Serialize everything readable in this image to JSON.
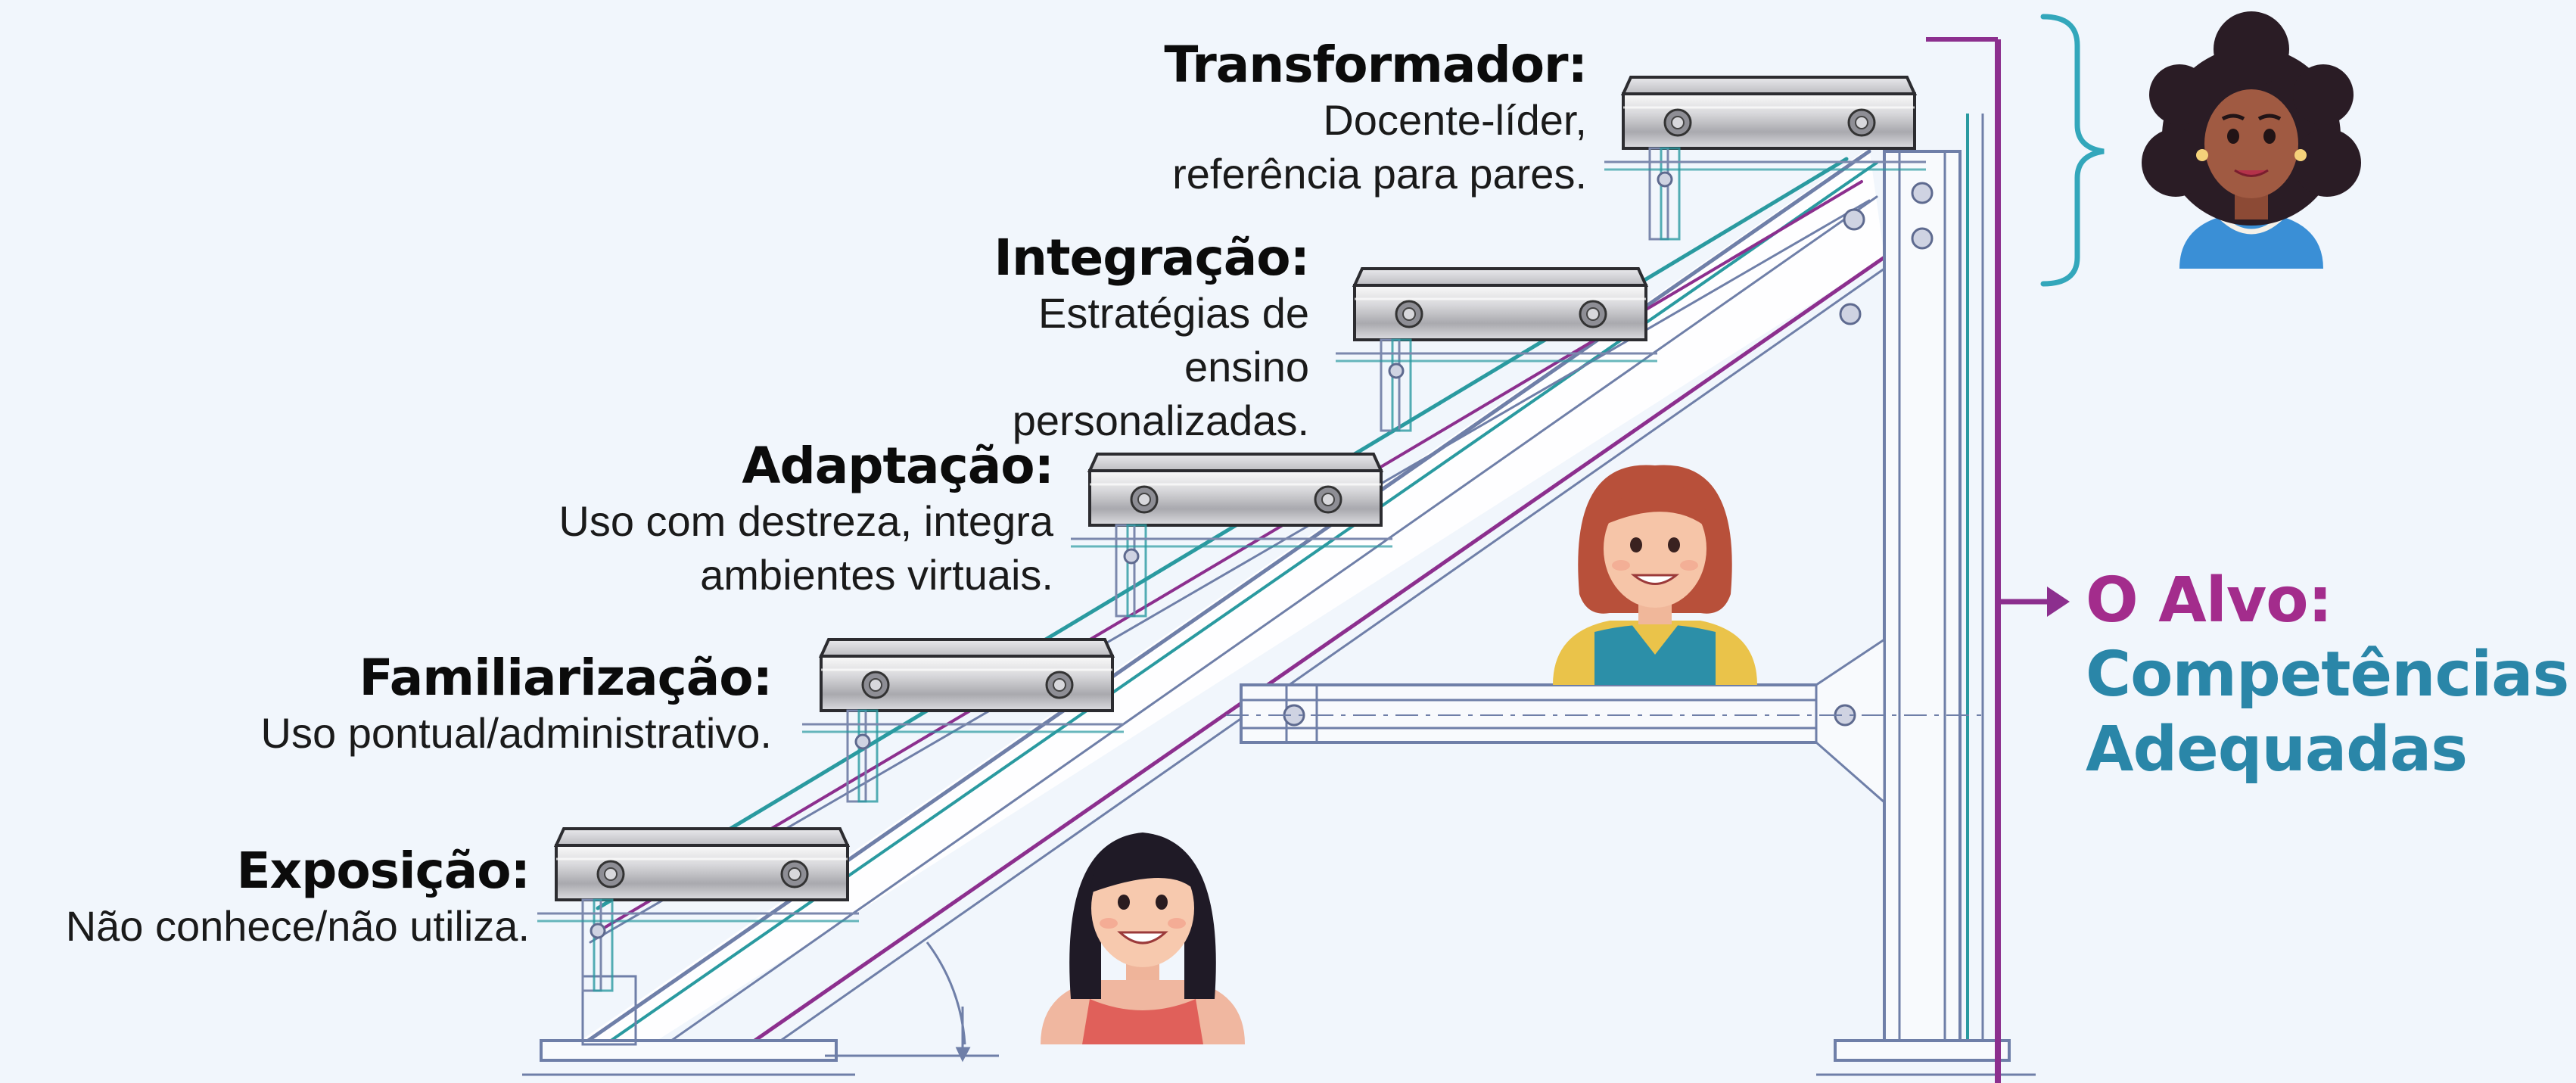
{
  "stages": [
    {
      "id": "exposicao",
      "title": "Exposição:",
      "desc": [
        "Não conhece/não utiliza."
      ]
    },
    {
      "id": "familiarizacao",
      "title": "Familiarização:",
      "desc": [
        "Uso pontual/administrativo."
      ]
    },
    {
      "id": "adaptacao",
      "title": "Adaptação:",
      "desc": [
        "Uso com destreza, integra",
        "ambientes virtuais."
      ]
    },
    {
      "id": "integracao",
      "title": "Integração:",
      "desc": [
        "Estratégias de",
        "ensino",
        "personalizadas."
      ]
    },
    {
      "id": "transformador",
      "title": "Transformador:",
      "desc": [
        "Docente-líder,",
        "referência para pares."
      ]
    }
  ],
  "target": {
    "line1": "O Alvo:",
    "line2": "Competências",
    "line3": "Adequadas"
  },
  "colors": {
    "background": "#f1f6fc",
    "blueprint": "#6f7fa8",
    "teal": "#2a9aa0",
    "purple": "#8c2f8e",
    "target_purple": "#a32c8c",
    "target_teal": "#2a86a8",
    "bracket": "#33a7bb"
  },
  "icons": [
    "staircase-illustration",
    "woman-avatar-dark-hair",
    "woman-avatar-red-hair",
    "woman-avatar-curly-hair",
    "curly-bracket-icon",
    "arrow-right-icon"
  ]
}
